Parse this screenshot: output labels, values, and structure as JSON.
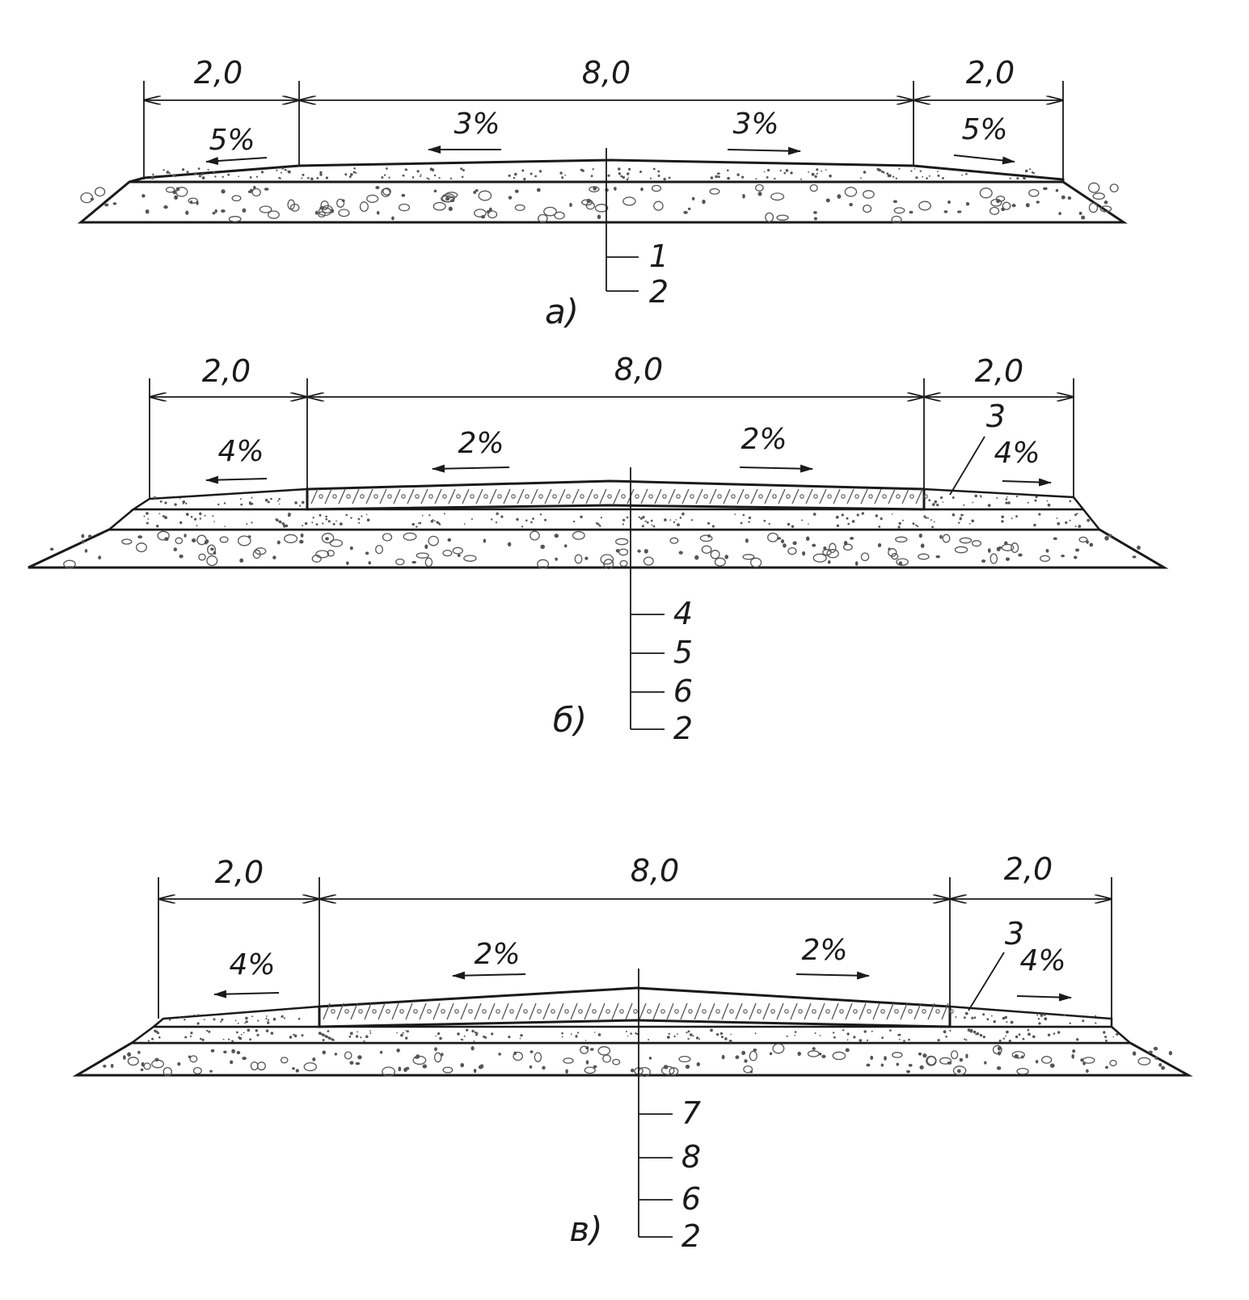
{
  "colors": {
    "ink": "#1a1a1a",
    "fill": "#ffffff",
    "grain": "#555555"
  },
  "panels": [
    {
      "id": "a",
      "caption": "а)",
      "dims": [
        "2,0",
        "8,0",
        "2,0"
      ],
      "slopes": [
        "5%",
        "3%",
        "3%",
        "5%"
      ],
      "callouts": [
        "1",
        "2"
      ],
      "shoulder_label": ""
    },
    {
      "id": "b",
      "caption": "б)",
      "dims": [
        "2,0",
        "8,0",
        "2,0"
      ],
      "slopes": [
        "4%",
        "2%",
        "2%",
        "4%"
      ],
      "callouts": [
        "4",
        "5",
        "6",
        "2"
      ],
      "shoulder_label": "3"
    },
    {
      "id": "c",
      "caption": "в)",
      "dims": [
        "2,0",
        "8,0",
        "2,0"
      ],
      "slopes": [
        "4%",
        "2%",
        "2%",
        "4%"
      ],
      "callouts": [
        "7",
        "8",
        "6",
        "2"
      ],
      "shoulder_label": "3"
    }
  ]
}
